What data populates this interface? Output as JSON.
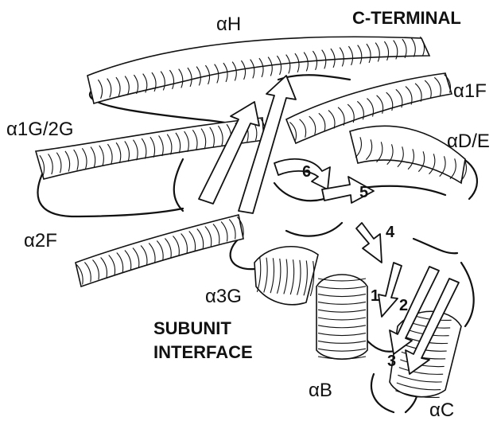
{
  "labels": {
    "helix_H": "αH",
    "c_terminal": "C-TERMINAL",
    "helix_1F": "α1F",
    "helix_1G2G": "α1G/2G",
    "helix_DE": "αD/E",
    "helix_2F": "α2F",
    "helix_3G": "α3G",
    "helix_B": "αB",
    "helix_C": "αC",
    "subunit_line1": "SUBUNIT",
    "subunit_line2": "INTERFACE",
    "strand_1": "1",
    "strand_2": "2",
    "strand_3": "3",
    "strand_4": "4",
    "strand_5": "5",
    "strand_6": "6"
  }
}
